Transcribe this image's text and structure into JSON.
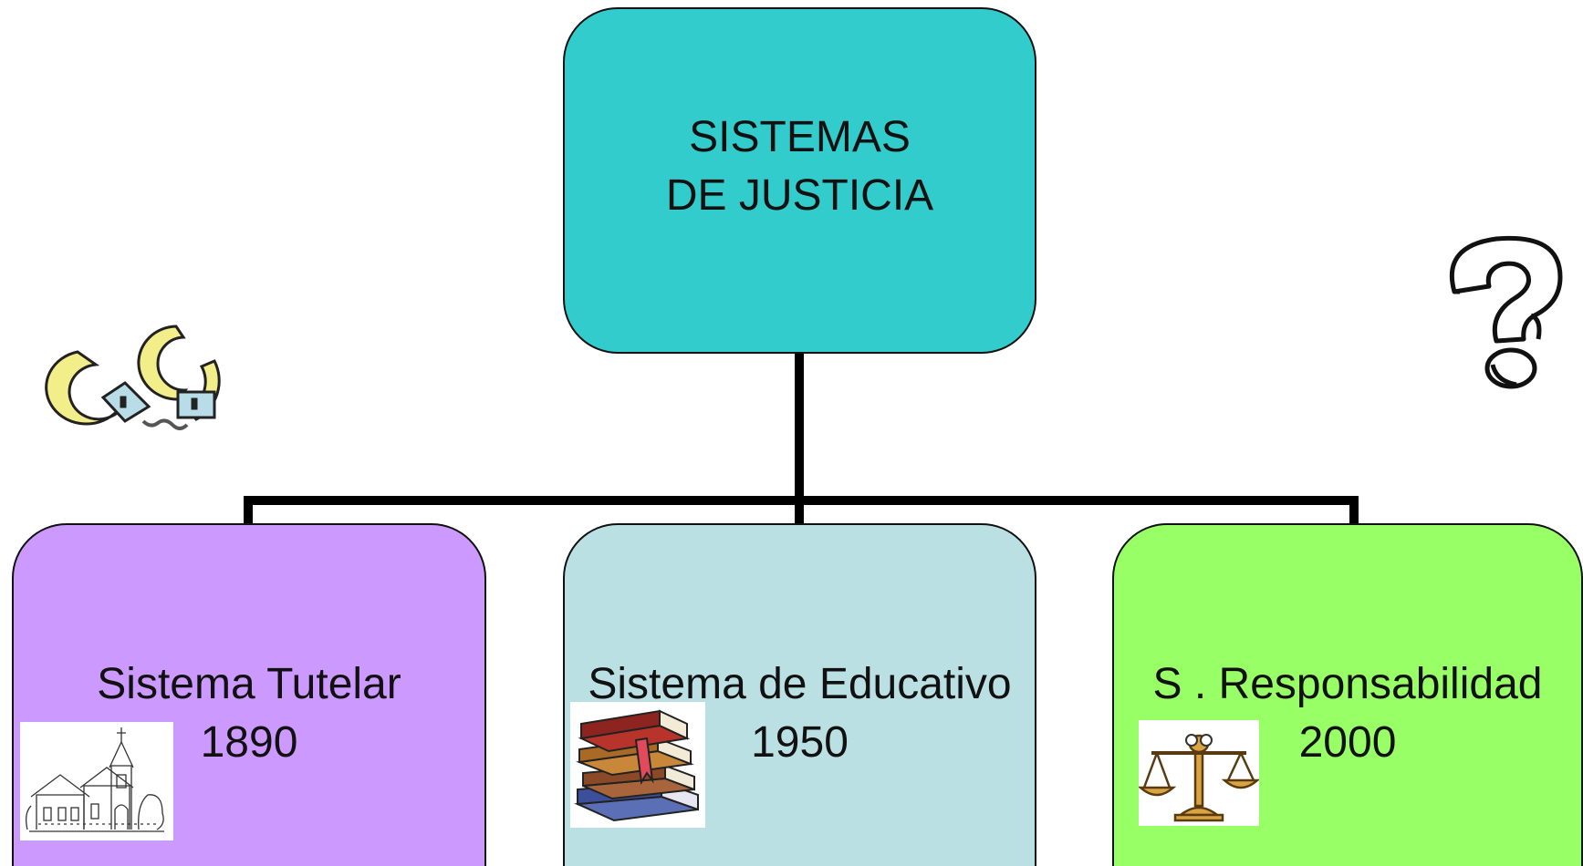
{
  "root": {
    "line1": "SISTEMAS",
    "line2": "DE JUSTICIA",
    "color": "#33cccc"
  },
  "children": [
    {
      "title": "Sistema Tutelar",
      "year": "1890",
      "color": "#cc99ff",
      "icon": "church-icon"
    },
    {
      "title": "Sistema de Educativo",
      "year": "1950",
      "color": "#bbe0e3",
      "icon": "books-icon"
    },
    {
      "title": "S . Responsabilidad",
      "year": "2000",
      "color": "#99ff66",
      "icon": "scale-icon"
    }
  ],
  "decorations": [
    "handcuffs-icon",
    "question-mark-icon"
  ]
}
